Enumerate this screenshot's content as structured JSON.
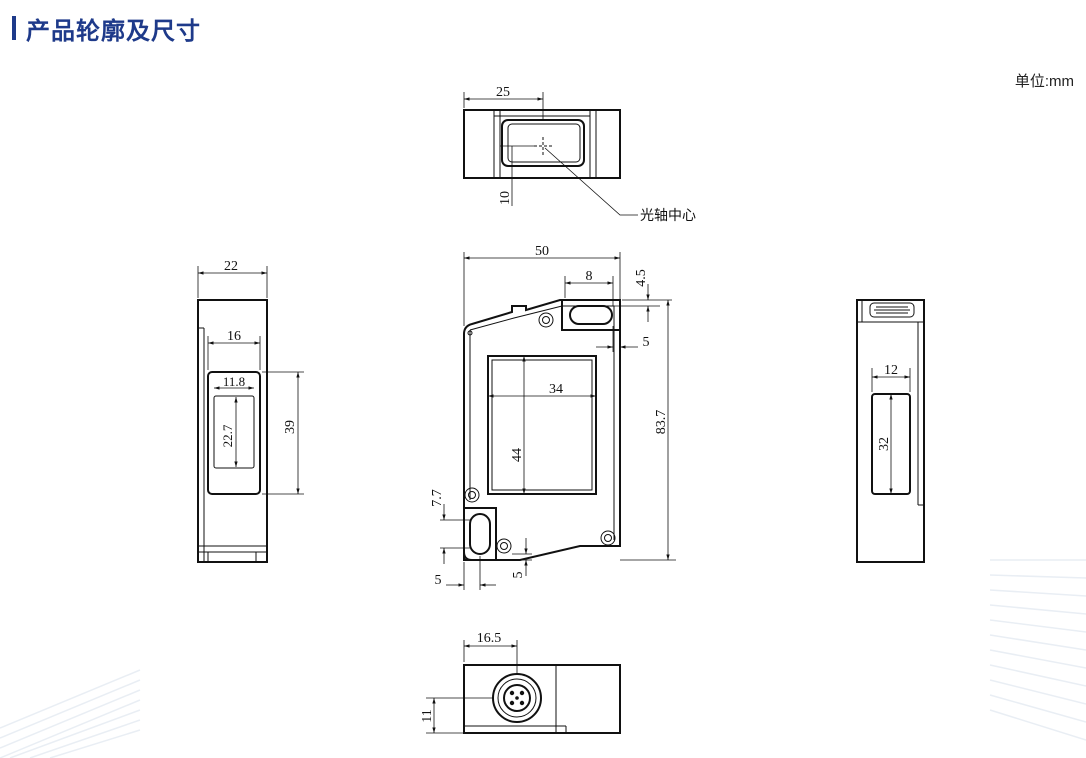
{
  "header": {
    "title": "产品轮廓及尺寸",
    "accent_color": "#1e3a8a"
  },
  "unit_label": "单位:mm",
  "top_view": {
    "dim_width": "25",
    "dim_height": "10",
    "callout": "光轴中心"
  },
  "left_view": {
    "dim_outer_width": "22",
    "dim_window_width": "16",
    "dim_lens_width": "11.8",
    "dim_lens_height": "22.7",
    "dim_window_height": "39"
  },
  "front_view": {
    "dim_width": "50",
    "dim_slot_width": "8",
    "dim_top_offset": "4.5",
    "dim_slot_right": "5",
    "dim_window_width": "34",
    "dim_window_height": "44",
    "dim_height": "83.7",
    "dim_bottom_left_hole": "7.7",
    "dim_bottom_left": "5",
    "dim_bottom_gap": "5"
  },
  "right_view": {
    "dim_window_width": "12",
    "dim_window_height": "32"
  },
  "bottom_view": {
    "dim_connector_x": "16.5",
    "dim_connector_y": "11"
  }
}
